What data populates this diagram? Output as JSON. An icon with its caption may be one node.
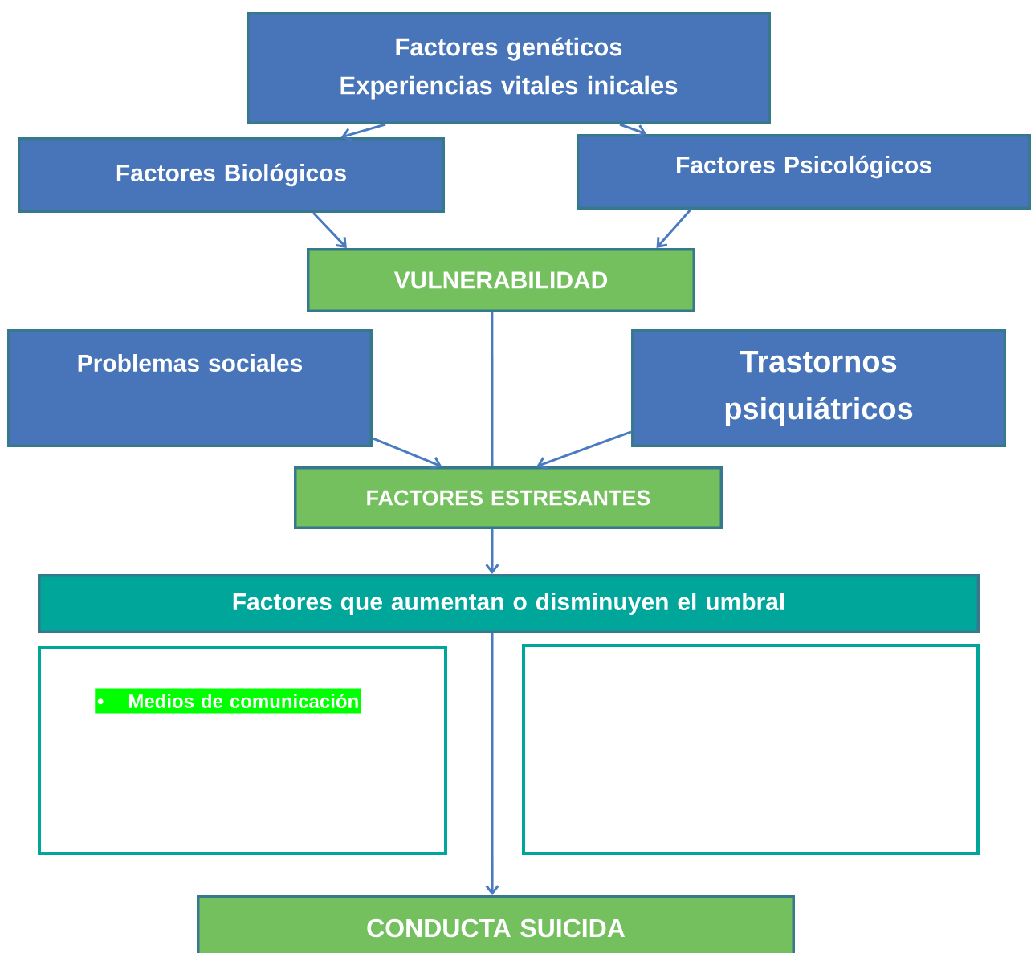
{
  "diagram": {
    "nodes": [
      {
        "text": [
          "Factores genéticos Experiencias vitales inicales"
        ]
      },
      {
        "text": [
          "Factores Biológicos"
        ]
      },
      {
        "text": [
          "Factores Psicológicos"
        ]
      },
      {
        "text": [
          "VULNERABILIDAD"
        ]
      },
      {
        "text": [
          "Problemas sociales"
        ]
      },
      {
        "text": [
          "Trastornos psiquiátricos"
        ]
      },
      {
        "text": [
          "FACTORES ESTRESANTES"
        ]
      },
      {
        "text": [
          "Factores que aumentan o disminuyen el umbral"
        ]
      },
      {
        "text": [
          "•",
          "Medios de comunicación"
        ]
      },
      {
        "text": [],
        "shape": "box"
      },
      {
        "text": [
          "CONDUCTA SUICIDA"
        ]
      }
    ],
    "edges": [
      {
        "from": 0,
        "to": 1,
        "arrow": "to"
      },
      {
        "from": 0,
        "to": 2,
        "arrow": "to"
      },
      {
        "from": 1,
        "to": 3,
        "arrow": "to"
      },
      {
        "from": 2,
        "to": 3,
        "arrow": "to"
      },
      {
        "from": 4,
        "to": 6,
        "arrow": "to"
      },
      {
        "from": 5,
        "to": 6,
        "arrow": "to"
      },
      {
        "from": 3,
        "to": 6,
        "arrow": "none"
      },
      {
        "from": 6,
        "to": 7,
        "arrow": "to"
      },
      {
        "from": 7,
        "to": 10,
        "arrow": "to"
      }
    ]
  }
}
